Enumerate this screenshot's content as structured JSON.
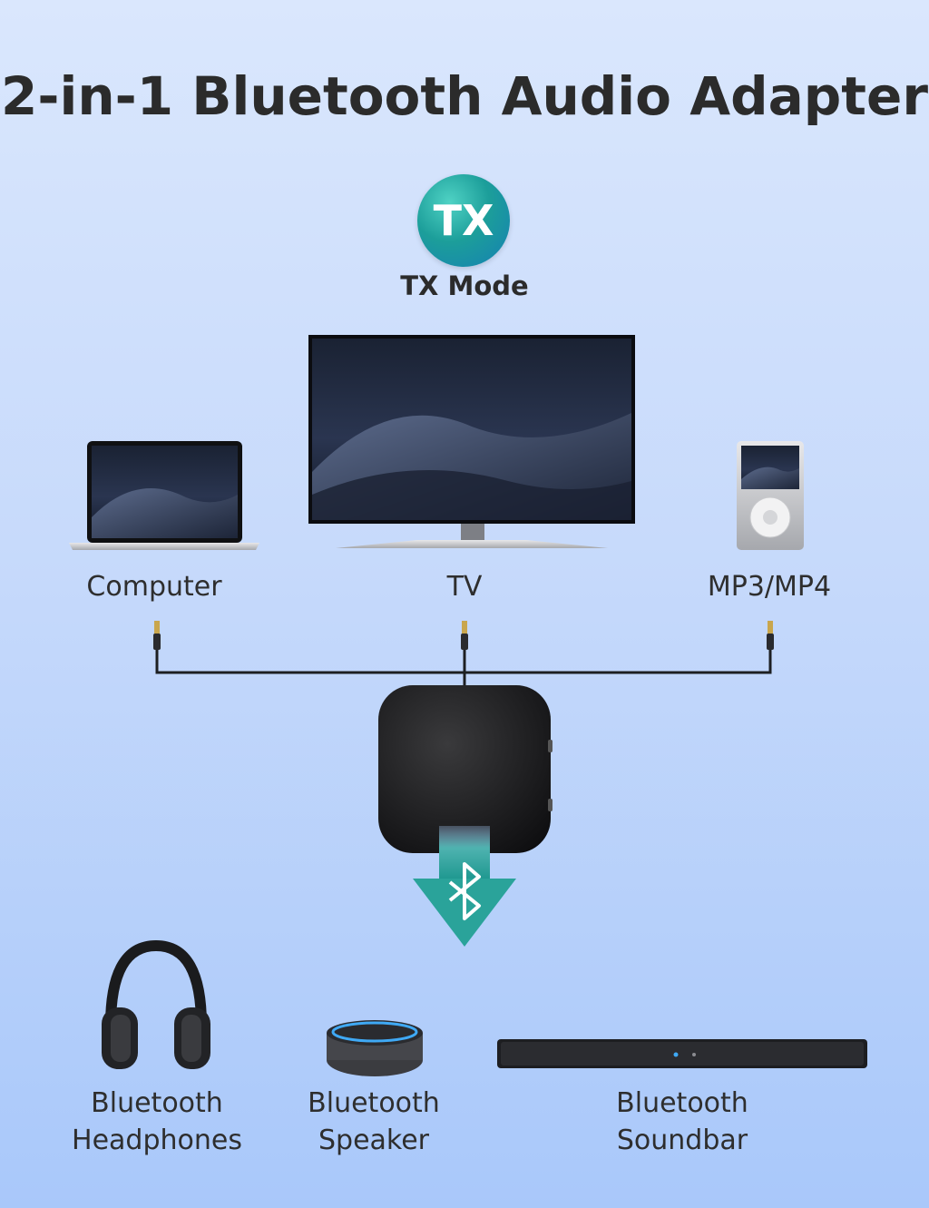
{
  "title": "2-in-1 Bluetooth Audio Adapter",
  "mode_badge": "TX",
  "mode_label": "TX Mode",
  "sources": [
    {
      "label": "Computer",
      "icon": "laptop-icon"
    },
    {
      "label": "TV",
      "icon": "tv-icon"
    },
    {
      "label": "MP3/MP4",
      "icon": "mp3-player-icon"
    }
  ],
  "device": {
    "icon": "bluetooth-adapter-icon",
    "arrow_icon": "bluetooth-icon"
  },
  "targets": [
    {
      "line1": "Bluetooth",
      "line2": "Headphones",
      "icon": "headphones-icon"
    },
    {
      "line1": "Bluetooth",
      "line2": "Speaker",
      "icon": "smart-speaker-icon"
    },
    {
      "line1": "Bluetooth",
      "line2": "Soundbar",
      "icon": "soundbar-icon"
    }
  ],
  "colors": {
    "accent_teal": "#1aa39b",
    "arrow": "#2aa39a",
    "text": "#2b2b2b"
  }
}
